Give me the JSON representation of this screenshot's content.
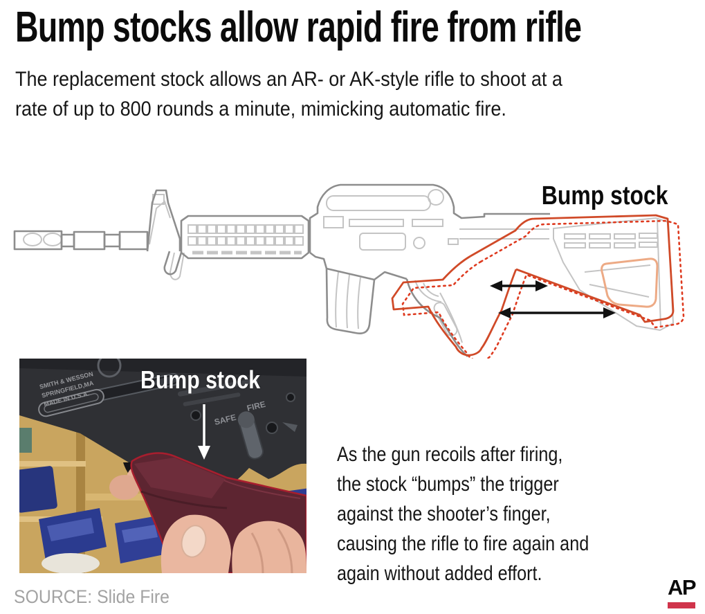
{
  "header": {
    "title": "Bump stocks allow rapid fire from rifle",
    "subtitle_lines": [
      "The replacement stock allows an AR- or AK-style rifle to shoot at a",
      "rate of up to 800 rounds a minute, mimicking automatic fire."
    ]
  },
  "diagram": {
    "bump_stock_label": "Bump stock",
    "colors": {
      "highlight_solid": "#d04a28",
      "highlight_dotted": "#de3a1f",
      "rifle_outline": "#8d8d8d",
      "rifle_detail": "#c4c4c4",
      "cheek_piece": "#edaa85",
      "arrow": "#111111"
    }
  },
  "photo": {
    "bump_stock_label": "Bump stock",
    "engravings": {
      "maker_line1": "SMITH & WESSON",
      "maker_line2": "SPRINGFIELD,MA",
      "maker_line3": "MADE IN U.S.A.",
      "selector_safe": "SAFE",
      "selector_fire": "FIRE"
    }
  },
  "body": {
    "lines": [
      "As the gun recoils after firing,",
      "the stock “bumps” the trigger",
      "against the shooter’s finger,",
      "causing the rifle to fire again and",
      "again without added effort."
    ]
  },
  "footer": {
    "source": "SOURCE: Slide Fire",
    "ap_logo_text": "AP",
    "ap_red": "#d0344b"
  }
}
